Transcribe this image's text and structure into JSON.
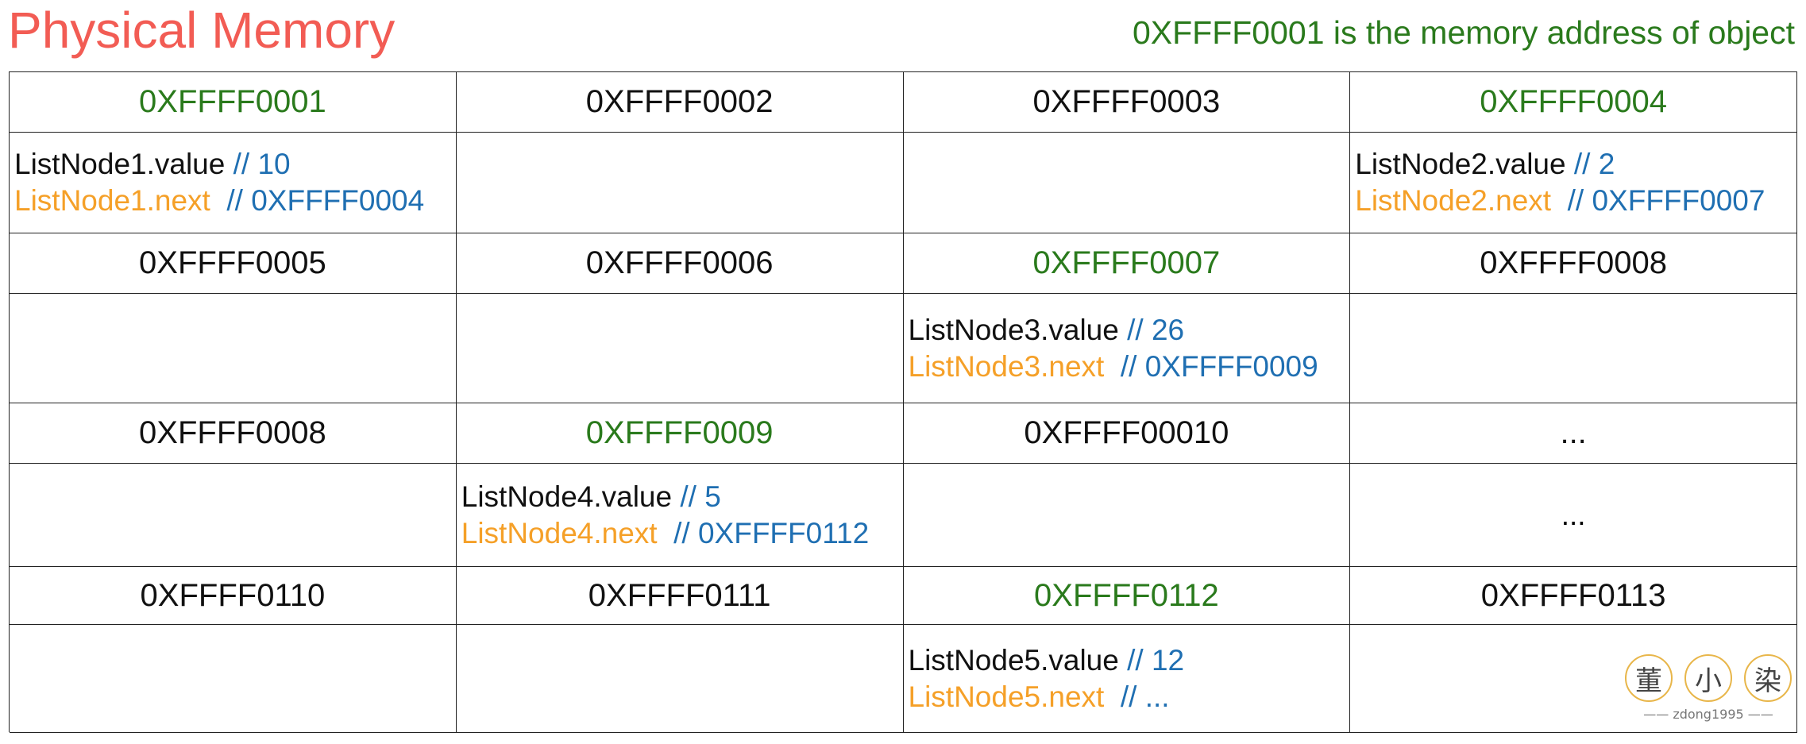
{
  "title": "Physical Memory",
  "caption": "0XFFFF0001 is the memory address of object",
  "colors": {
    "title": "#f25c54",
    "highlighted_address": "#2a7a1c",
    "address": "#111111",
    "value_label": "#111111",
    "next_label": "#f5a028",
    "comment": "#1f6fb2"
  },
  "rows": [
    {
      "addresses": [
        {
          "text": "0XFFFF0001",
          "highlighted": true
        },
        {
          "text": "0XFFFF0002",
          "highlighted": false
        },
        {
          "text": "0XFFFF0003",
          "highlighted": false
        },
        {
          "text": "0XFFFF0004",
          "highlighted": true
        }
      ],
      "cells": [
        {
          "value_label": "ListNode1.value",
          "value_comment": " // 10",
          "next_label": "ListNode1.next",
          "next_comment": "  // 0XFFFF0004"
        },
        {},
        {},
        {
          "value_label": "ListNode2.value",
          "value_comment": " // 2",
          "next_label": "ListNode2.next",
          "next_comment": "  // 0XFFFF0007"
        }
      ]
    },
    {
      "addresses": [
        {
          "text": "0XFFFF0005",
          "highlighted": false
        },
        {
          "text": "0XFFFF0006",
          "highlighted": false
        },
        {
          "text": "0XFFFF0007",
          "highlighted": true
        },
        {
          "text": "0XFFFF0008",
          "highlighted": false
        }
      ],
      "cells": [
        {},
        {},
        {
          "value_label": "ListNode3.value",
          "value_comment": " // 26",
          "next_label": "ListNode3.next",
          "next_comment": "  // 0XFFFF0009"
        },
        {}
      ]
    },
    {
      "addresses": [
        {
          "text": "0XFFFF0008",
          "highlighted": false
        },
        {
          "text": "0XFFFF0009",
          "highlighted": true
        },
        {
          "text": "0XFFFF00010",
          "highlighted": false
        },
        {
          "text": "...",
          "highlighted": false
        }
      ],
      "cells": [
        {},
        {
          "value_label": "ListNode4.value",
          "value_comment": " // 5",
          "next_label": "ListNode4.next",
          "next_comment": "  // 0XFFFF0112"
        },
        {},
        {
          "text": "..."
        }
      ]
    },
    {
      "addresses": [
        {
          "text": "0XFFFF0110",
          "highlighted": false
        },
        {
          "text": "0XFFFF0111",
          "highlighted": false
        },
        {
          "text": "0XFFFF0112",
          "highlighted": true
        },
        {
          "text": "0XFFFF0113",
          "highlighted": false
        }
      ],
      "cells": [
        {},
        {},
        {
          "value_label": "ListNode5.value",
          "value_comment": " // 12",
          "next_label": "ListNode5.next",
          "next_comment": "  // ..."
        },
        {}
      ]
    }
  ],
  "watermark": {
    "chars": [
      "董",
      "小",
      "染"
    ],
    "handle": "—— zdong1995 ——"
  }
}
